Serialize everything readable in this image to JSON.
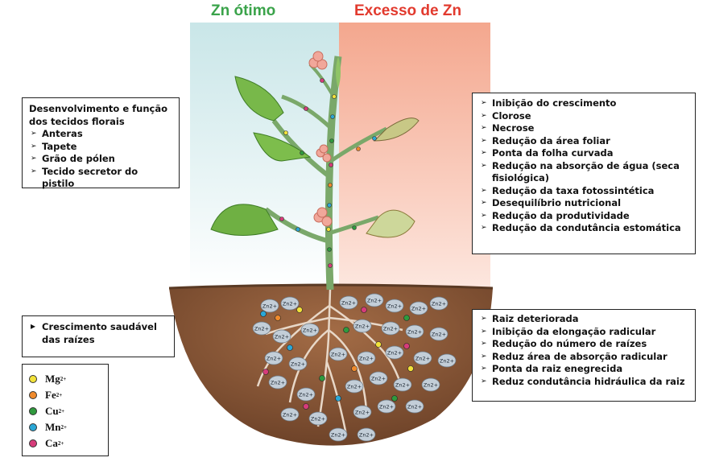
{
  "header": {
    "left": "Zn ótimo",
    "right": "Excesso de Zn"
  },
  "floral": {
    "title": "Desenvolvimento e função dos tecidos florais",
    "items": [
      "Anteras",
      "Tapete",
      "Grão de pólen",
      "Tecido secretor do pistilo"
    ]
  },
  "excess": {
    "items": [
      "Inibição do crescimento",
      "Clorose",
      "Necrose",
      "Redução da área foliar",
      "Ponta da folha curvada",
      "Redução na absorção de água (seca fisiológica)",
      "Redução da taxa fotossintética",
      "Desequilíbrio nutricional",
      "Redução da produtividade",
      "Redução da condutância estomática"
    ]
  },
  "roots_good": {
    "item": "Crescimento saudável das raízes"
  },
  "roots_bad": {
    "items": [
      "Raiz deteriorada",
      "Inibição da elongação radicular",
      "Redução do número de raízes",
      "Reduz área de absorção radicular",
      "Ponta da raiz enegrecida",
      "Reduz condutância hidráulica da raiz"
    ]
  },
  "legend": {
    "items": [
      {
        "el": "Mg",
        "charge": "2+",
        "color": "#f2e23a"
      },
      {
        "el": "Fe",
        "charge": "2+",
        "color": "#ef8a2c"
      },
      {
        "el": "Cu",
        "charge": "2+",
        "color": "#2f9a3e"
      },
      {
        "el": "Mn",
        "charge": "2+",
        "color": "#2aa7d6"
      },
      {
        "el": "Ca",
        "charge": "2+",
        "color": "#d63c7a"
      }
    ]
  },
  "soil": {
    "ion_label": "Zn",
    "ion_charge": "2+"
  },
  "colors": {
    "optimal_bg": "#cfe7ea",
    "excess_bg": "#f6b39c",
    "soil": "#8a5b3c",
    "leaf": "#7cb84a"
  }
}
